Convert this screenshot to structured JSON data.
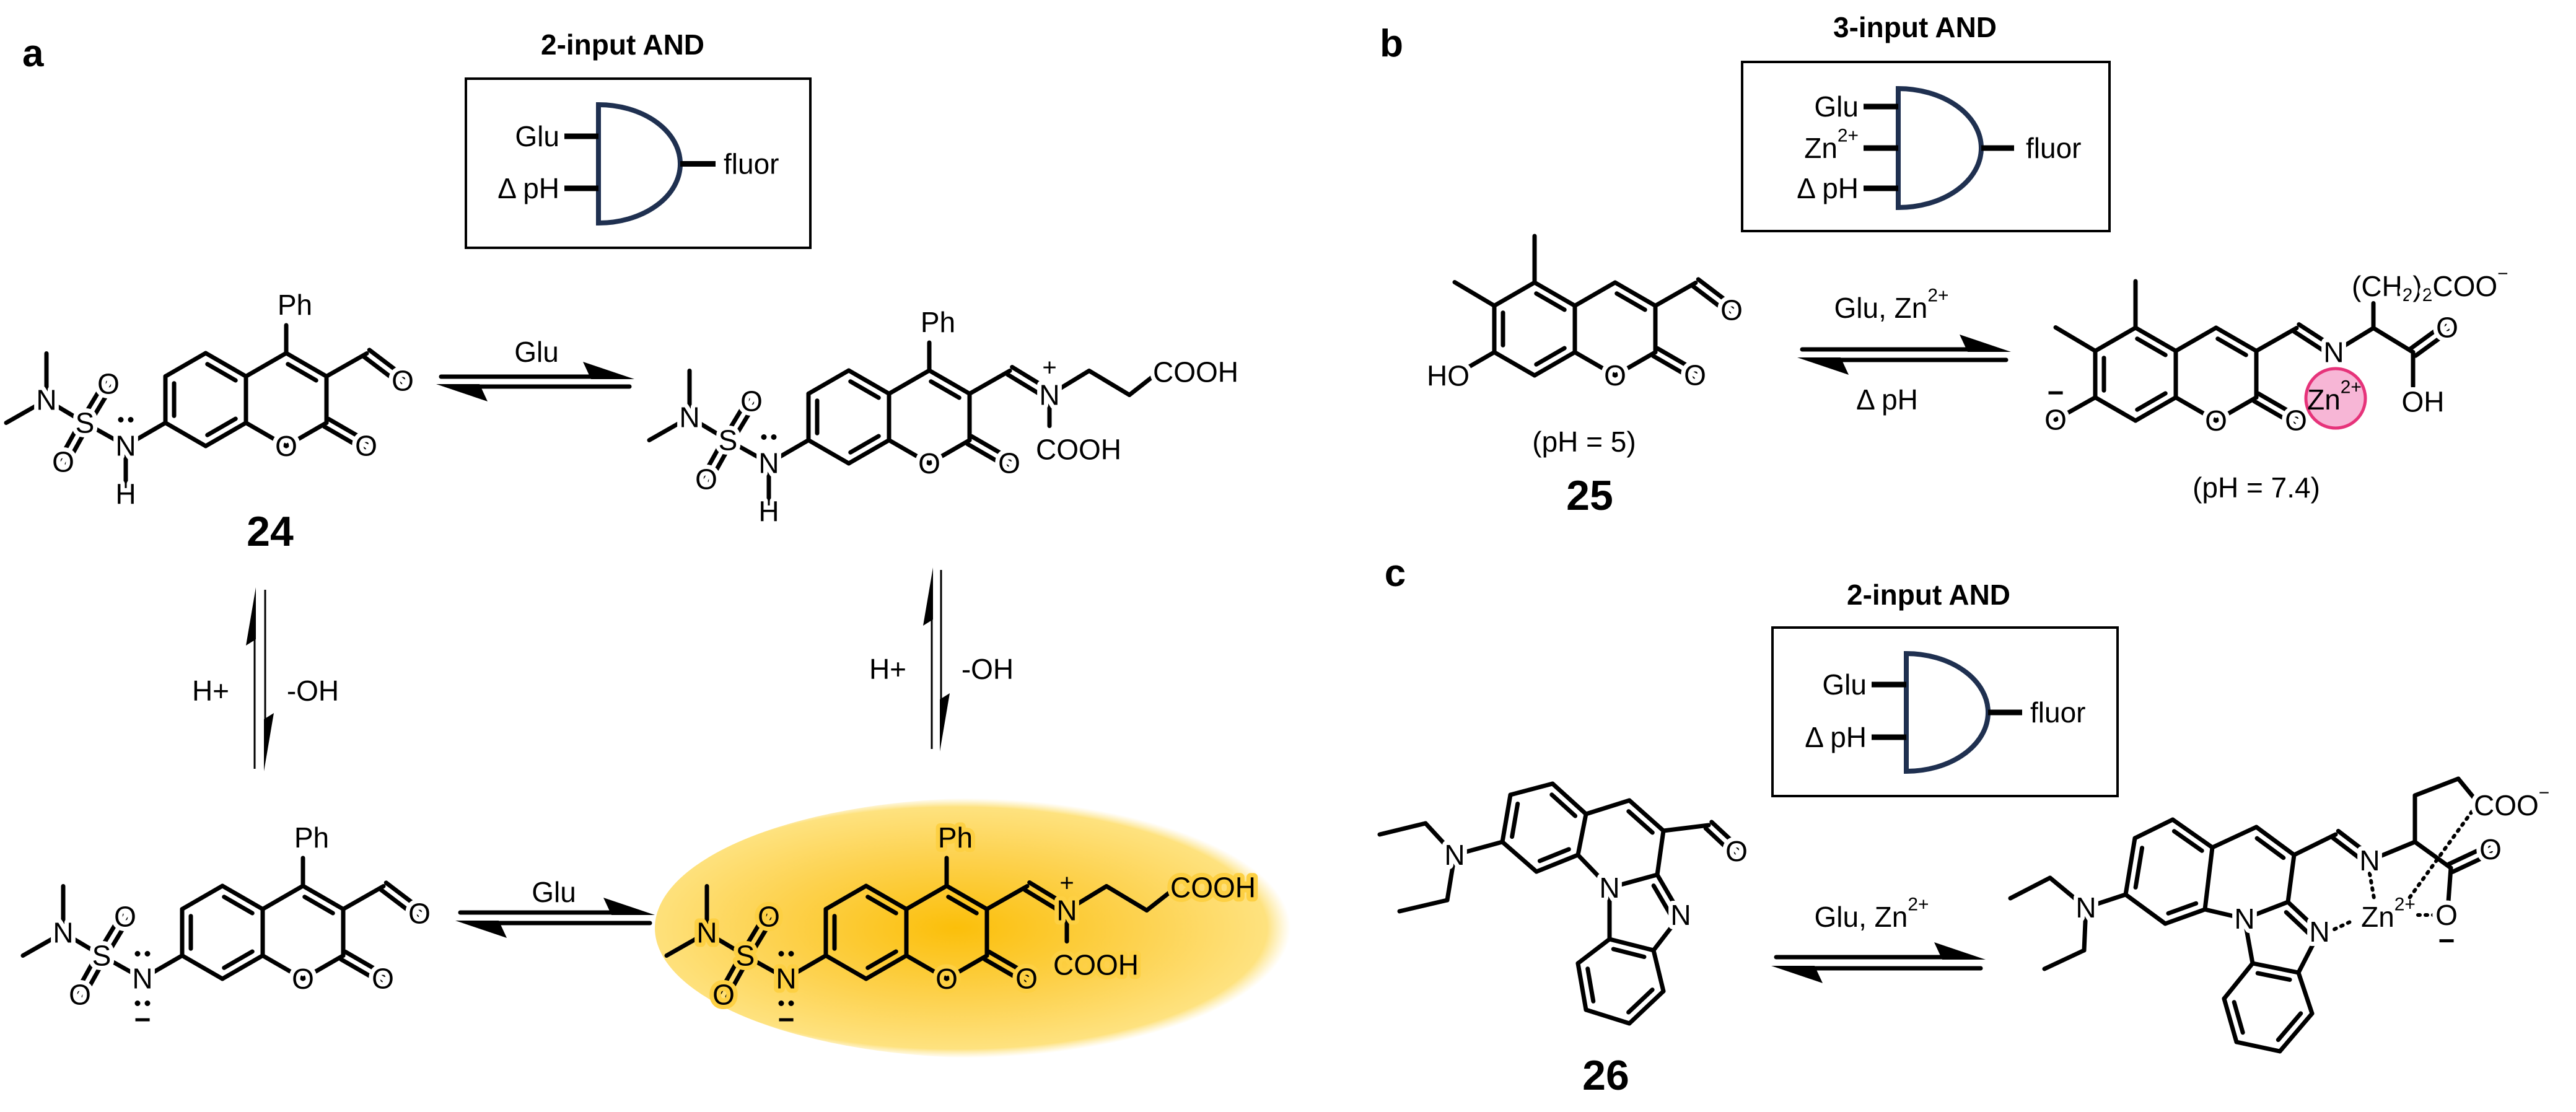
{
  "atom_labels": {
    "N": "N",
    "O": "O",
    "S": "S",
    "H": "H",
    "HO": "HO",
    "OH": "OH",
    "Ph": "Ph",
    "COOH": "COOH",
    "COO": "COO",
    "plus": "+",
    "minus": "−"
  },
  "colors": {
    "gate_outline": "#1f3050",
    "glow_center": "#fbbf0a",
    "glow_edge": "#fee27f",
    "zn_fill": "#f7b6d6",
    "zn_stroke": "#e6337a"
  },
  "panels": {
    "a": {
      "letter": "a",
      "gate": {
        "title": "2-input AND",
        "inputs": [
          {
            "text": "Glu"
          },
          {
            "text": "Δ pH"
          }
        ],
        "output": "fluor"
      },
      "compound_number": "24",
      "arrows": {
        "top_reagent": "Glu",
        "bottom_reagent": "Glu",
        "left_up": "H+",
        "left_down": "-OH",
        "right_up": "H+",
        "right_down": "-OH"
      },
      "fluorescent_product_highlight": true
    },
    "b": {
      "letter": "b",
      "gate": {
        "title": "3-input AND",
        "inputs": [
          {
            "text": "Glu"
          },
          {
            "text": "Zn",
            "sup": "2+"
          },
          {
            "text": "Δ pH"
          }
        ],
        "output": "fluor"
      },
      "compound_number": "25",
      "arrow": {
        "forward": {
          "text": "Glu, Zn",
          "sup": "2+"
        },
        "reverse": "Δ pH"
      },
      "start_condition": "(pH = 5)",
      "product_condition": "(pH = 7.4)",
      "side_chain": {
        "a": "(CH",
        "sub1": "2",
        "b": ")",
        "sub2": "2",
        "c": "COO",
        "sup": "−"
      },
      "zn_label": {
        "text": "Zn",
        "sup": "2+"
      }
    },
    "c": {
      "letter": "c",
      "gate": {
        "title": "2-input AND",
        "inputs": [
          {
            "text": "Glu"
          },
          {
            "text": "Δ pH"
          }
        ],
        "output": "fluor"
      },
      "compound_number": "26",
      "arrow": {
        "forward": {
          "text": "Glu, Zn",
          "sup": "2+"
        }
      },
      "zn_label": {
        "text": "Zn",
        "sup": "2+"
      }
    }
  }
}
